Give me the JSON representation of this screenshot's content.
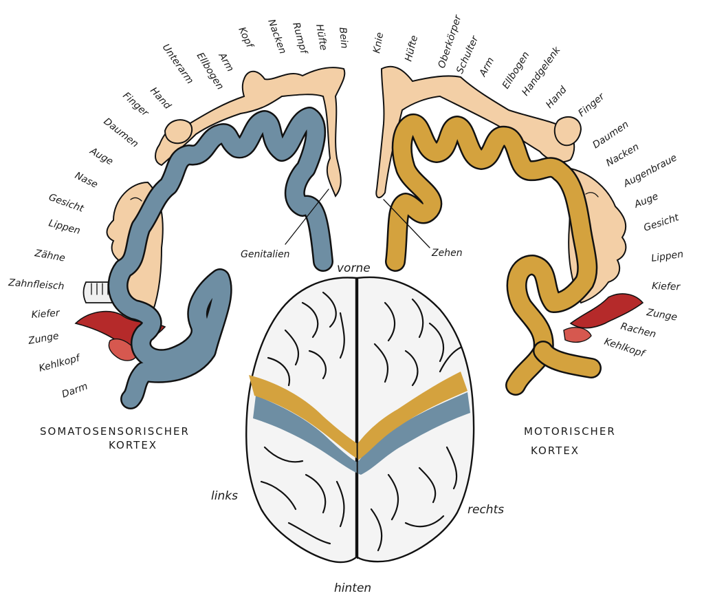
{
  "titles": {
    "somatosensory_line1": "SOMATOSENSORISCHER",
    "somatosensory_line2": "KORTEX",
    "motor_line1": "MOTORISCHER",
    "motor_line2": "KORTEX"
  },
  "directions": {
    "front": "vorne",
    "back": "hinten",
    "left": "links",
    "right": "rechts"
  },
  "somatosensory_labels": [
    "Bein",
    "Hüfte",
    "Rumpf",
    "Nacken",
    "Kopf",
    "Arm",
    "Ellbogen",
    "Unterarm",
    "Hand",
    "Finger",
    "Daumen",
    "Auge",
    "Nase",
    "Gesicht",
    "Lippen",
    "Zähne",
    "Zahnfleisch",
    "Kiefer",
    "Zunge",
    "Kehlkopf",
    "Darm"
  ],
  "somatosensory_callout": "Genitalien",
  "motor_labels": [
    "Knie",
    "Hüfte",
    "Oberkörper",
    "Schulter",
    "Arm",
    "Ellbogen",
    "Handgelenk",
    "Hand",
    "Finger",
    "Daumen",
    "Nacken",
    "Augenbraue",
    "Auge",
    "Gesicht",
    "Lippen",
    "Kiefer",
    "Zunge",
    "Rachen",
    "Kehlkopf"
  ],
  "motor_callout": "Zehen",
  "colors": {
    "somatosensory": "#6e8ea3",
    "motor": "#d4a23e",
    "homunculus": "#f3cfa6",
    "mouth_red": "#b52a2a",
    "brain_fill": "#f4f4f4"
  }
}
